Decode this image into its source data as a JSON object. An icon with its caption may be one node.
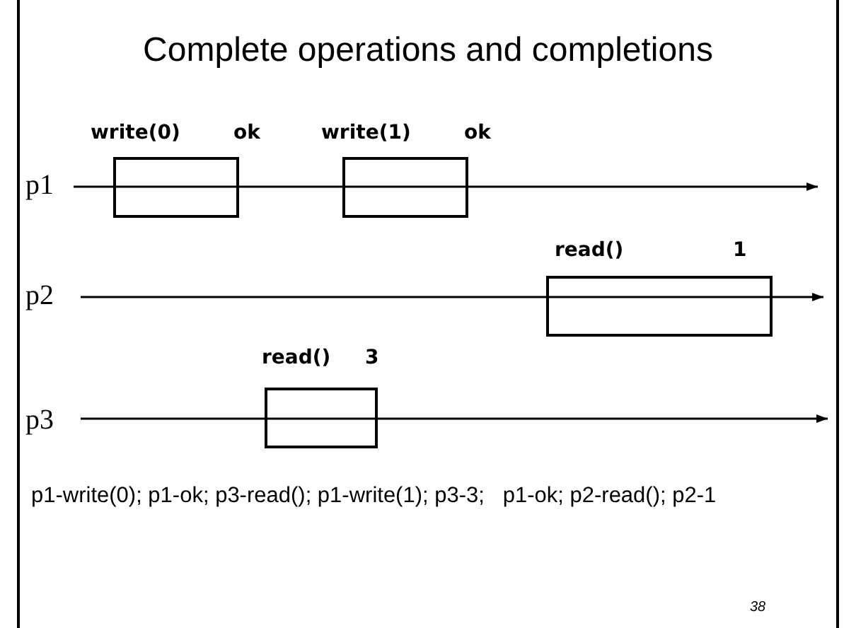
{
  "diagram": {
    "title": "Complete operations and completions",
    "nodes": [
      {
        "text": [
          "write(0)",
          "ok"
        ]
      },
      {
        "text": [
          "write(1)",
          "ok"
        ]
      },
      {
        "text": [
          "read()",
          "1"
        ]
      },
      {
        "text": [
          "read()",
          "3"
        ]
      }
    ],
    "edges": [],
    "labels": [
      "p1",
      "p2",
      "p3",
      "p1-write(0); p1-ok; p3-read(); p1-write(1); p3-3;   p1-ok; p2-read(); p2-1",
      "38"
    ]
  }
}
